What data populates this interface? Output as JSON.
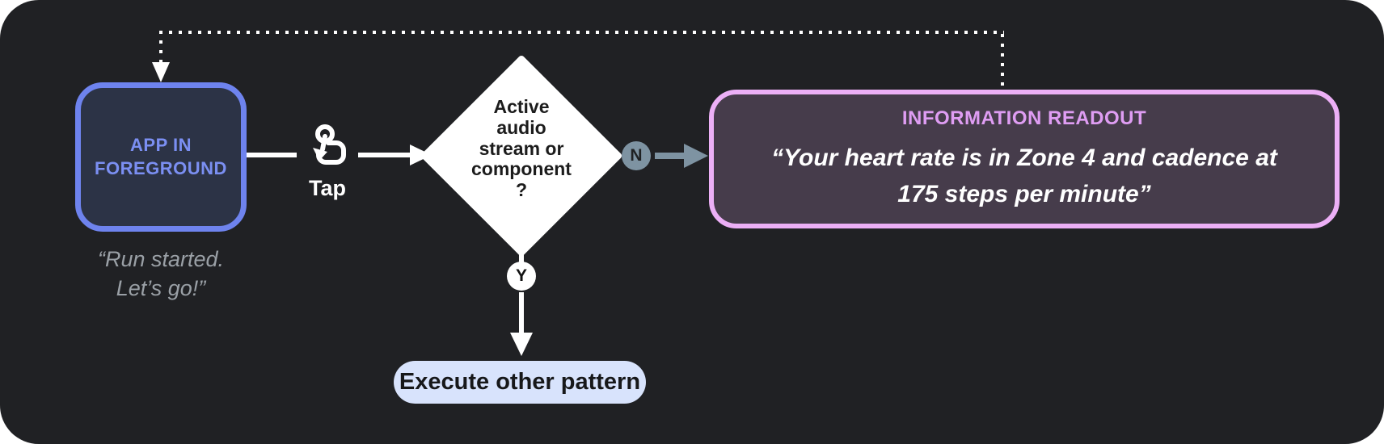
{
  "diagram": {
    "app_node": {
      "label": "APP IN\nFOREGROUND",
      "quote": "“Run started.\nLet’s go!”"
    },
    "tap": {
      "label": "Tap",
      "icon": "tap-gesture-icon"
    },
    "decision": {
      "label": "Active\naudio\nstream or\ncomponent\n?"
    },
    "no_branch": {
      "letter": "N"
    },
    "yes_branch": {
      "letter": "Y"
    },
    "readout": {
      "title": "INFORMATION READOUT",
      "quote": "“Your heart rate is in Zone 4 and cadence at\n175 steps per minute”"
    },
    "execute": {
      "label": "Execute other pattern"
    },
    "colors": {
      "panel_background": "#202124",
      "app_node_border": "#6e83ee",
      "app_node_fill": "#2c3346",
      "app_node_text": "#7b8ff2",
      "muted_quote_text": "#9aa0a6",
      "decision_fill": "#ffffff",
      "no_branch_slate": "#7e93a2",
      "readout_border": "#ecaff6",
      "readout_fill": "#463c4b",
      "readout_title_text": "#df9df3",
      "execute_pill_fill": "#d8e3fc",
      "connector_white": "#ffffff"
    }
  }
}
